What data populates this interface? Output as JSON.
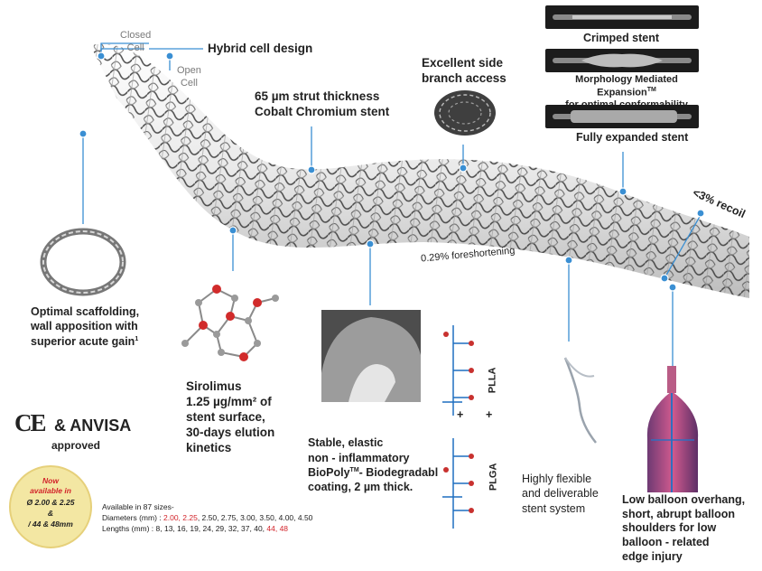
{
  "labels": {
    "closed_cell": "Closed\nCell",
    "open_cell": "Open\nCell",
    "hybrid_cell": "Hybrid cell design",
    "strut": "65 µm strut thickness\nCobalt Chromium stent",
    "side_branch": "Excellent side\nbranch access",
    "crimped": "Crimped stent",
    "mme_line1": "Morphology Mediated Expansion",
    "mme_tm": "TM",
    "mme_line2": "for optimal conformability",
    "expanded": "Fully expanded stent",
    "recoil": "<3% recoil",
    "foreshortening": "0.29% foreshortening",
    "scaffolding": "Optimal scaffolding,\nwall apposition with\nsuperior acute gain",
    "scaffolding_sup": "1",
    "sirolimus": "Sirolimus\n1.25 µg/mm² of\nstent surface,\n30-days elution\nkinetics",
    "coating_1": "Stable, elastic\nnon - inflammatory\nBioPoly",
    "coating_tm": "TM",
    "coating_2": "- Biodegradabl\ncoating, 2 µm thick.",
    "plla": "PLLA",
    "plga": "PLGA",
    "plus_1": "+",
    "plus_2": "+",
    "flexible": "Highly flexible\nand deliverable\nstent system",
    "balloon": "Low balloon overhang,\nshort, abrupt balloon\nshoulders for low\nballoon - related\nedge injury"
  },
  "approval": {
    "ce_mark": "CE",
    "anvisa": "& ANVISA",
    "approved": "approved"
  },
  "badge": {
    "line1": "Now",
    "line2": "available in",
    "line3": "Ø 2.00 & 2.25",
    "line4": "&",
    "line5": "/ 44 & 48mm"
  },
  "sizes": {
    "heading": "Available in 87 sizes-",
    "diam_prefix": "Diameters (mm) : ",
    "diam_red": "2.00, 2.25",
    "diam_rest": ", 2.50, 2.75, 3.00, 3.50, 4.00, 4.50",
    "len_prefix": "Lengths (mm) : ",
    "len_rest": "8, 13, 16, 19, 24, 29, 32, 37, 40, ",
    "len_red": "44, 48"
  },
  "colors": {
    "callout": "#3a8fd3",
    "red": "#d2232a",
    "badge": "#f3e7a3",
    "atom_red": "#d12b2b",
    "atom_gray": "#9a9a9a",
    "molecule_blue": "#1f6fc0",
    "molecule_red": "#c8312f"
  }
}
